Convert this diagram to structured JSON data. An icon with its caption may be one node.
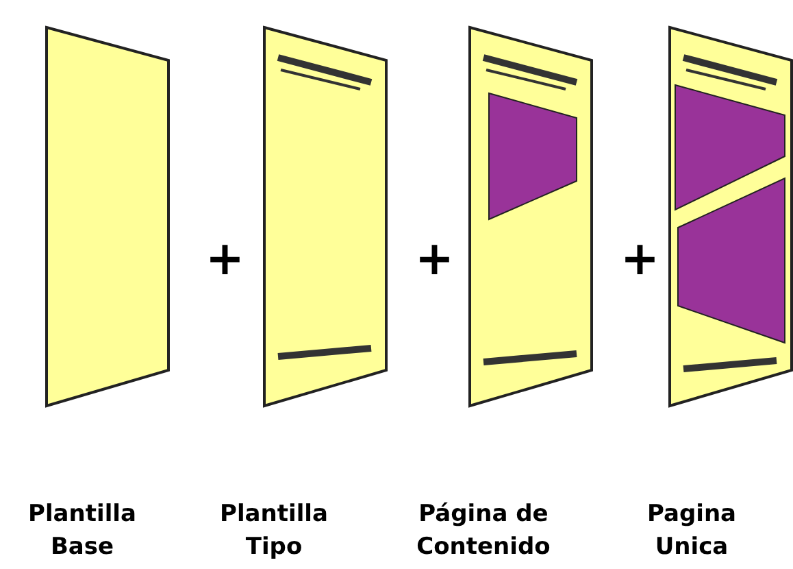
{
  "diagram": {
    "nodes": [
      {
        "text": [
          "Plantilla Base"
        ]
      },
      {
        "text": [
          "Plantilla Tipo"
        ]
      },
      {
        "text": [
          "Página de Contenido"
        ]
      },
      {
        "text": [
          "Pagina Unica"
        ]
      }
    ],
    "labels": [
      "+",
      "+",
      "+"
    ]
  }
}
